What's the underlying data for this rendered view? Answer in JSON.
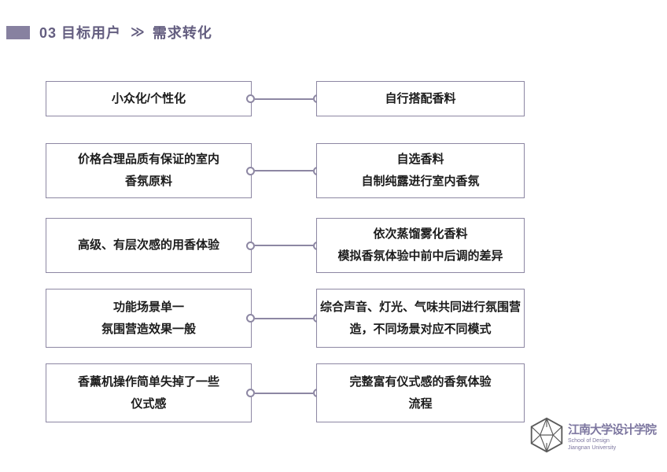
{
  "header": {
    "section_title": "03 目标用户",
    "separator": "≫",
    "subtitle": "需求转化"
  },
  "pairs": [
    {
      "left": [
        "小众化/个性化"
      ],
      "right": [
        "自行搭配香料"
      ]
    },
    {
      "left": [
        "价格合理品质有保证的室内",
        "香氛原料"
      ],
      "right": [
        "自选香料",
        "自制纯露进行室内香氛"
      ]
    },
    {
      "left": [
        "高级、有层次感的用香体验"
      ],
      "right": [
        "依次蒸馏雾化香料",
        "模拟香氛体验中前中后调的差异"
      ]
    },
    {
      "left": [
        "功能场景单一",
        "氛围营造效果一般"
      ],
      "right": [
        "综合声音、灯光、气味共同进行氛围营",
        "造，不同场景对应不同模式"
      ]
    },
    {
      "left": [
        "香薰机操作简单失掉了一些",
        "仪式感"
      ],
      "right": [
        "完整富有仪式感的香氛体验",
        "流程"
      ]
    }
  ],
  "footer": {
    "logo_cn": "江南大学设计学院",
    "logo_en_line1": "School of Design",
    "logo_en_line2": "Jiangnan University"
  },
  "colors": {
    "accent": "#645e80",
    "box_border": "#8d87a3",
    "logo_purple": "#7d77a0"
  }
}
